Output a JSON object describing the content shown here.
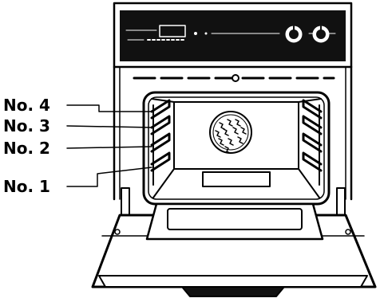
{
  "rack_positions": [
    {
      "label": "No. 4"
    },
    {
      "label": "No. 3"
    },
    {
      "label": "No. 2"
    },
    {
      "label": "No. 1"
    }
  ],
  "colors": {
    "ink": "#000000",
    "paper": "#ffffff",
    "control_panel": "#111111"
  },
  "icon_names": [
    "oven-icon",
    "control-knob-icon",
    "light-bulb-icon",
    "fan-cover-icon"
  ]
}
